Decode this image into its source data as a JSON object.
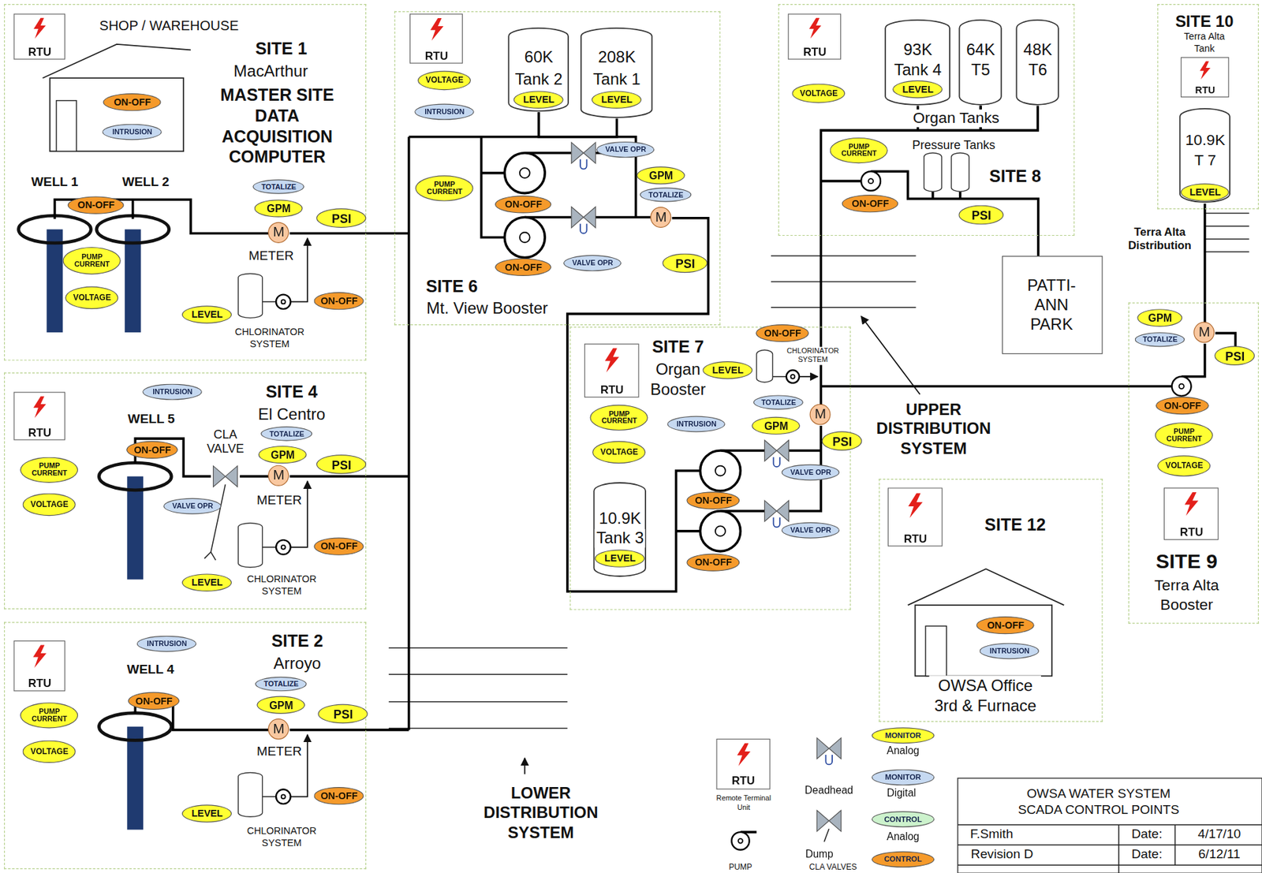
{
  "diagram": {
    "nodes": [
      {
        "text": [
          "SITE 1",
          "MacArthur",
          "MASTER SITE DATA ACQUISITION COMPUTER"
        ]
      },
      {
        "text": [
          "RTU"
        ],
        "in": 0
      },
      {
        "text": [
          "ON-OFF"
        ],
        "in": 0
      },
      {
        "text": [
          "INTRUSION"
        ],
        "in": 0
      },
      {
        "text": [
          "ON-OFF"
        ],
        "in": 0
      },
      {
        "text": [
          "PUMP CURRENT"
        ],
        "in": 0
      },
      {
        "text": [
          "VOLTAGE"
        ],
        "in": 0
      },
      {
        "text": [
          "TOTALIZE"
        ],
        "in": 0
      },
      {
        "text": [
          "GPM"
        ],
        "in": 0
      },
      {
        "text": [
          "PSI"
        ],
        "in": 0
      },
      {
        "text": [
          "M"
        ],
        "in": 0
      },
      {
        "text": [
          "LEVEL"
        ],
        "in": 0
      },
      {
        "text": [
          "ON-OFF"
        ],
        "in": 0
      },
      {
        "text": [
          "SITE 6",
          "Mt. View Booster"
        ]
      },
      {
        "text": [
          "RTU"
        ],
        "in": 13
      },
      {
        "text": [
          "VOLTAGE"
        ],
        "in": 13
      },
      {
        "text": [
          "INTRUSION"
        ],
        "in": 13
      },
      {
        "text": [
          "60K",
          "Tank 2"
        ],
        "in": 13
      },
      {
        "text": [
          "LEVEL"
        ],
        "in": 17
      },
      {
        "text": [
          "208K",
          "Tank 1"
        ],
        "in": 13
      },
      {
        "text": [
          "LEVEL"
        ],
        "in": 19
      },
      {
        "text": [
          "PUMP CURRENT"
        ],
        "in": 13
      },
      {
        "text": [
          "VALVE OPR"
        ],
        "in": 13
      },
      {
        "text": [
          "GPM"
        ],
        "in": 13
      },
      {
        "text": [
          "TOTALIZE"
        ],
        "in": 13
      },
      {
        "text": [
          "ON-OFF"
        ],
        "in": 13
      },
      {
        "text": [
          "M"
        ],
        "in": 13
      },
      {
        "text": [
          "PSI"
        ],
        "in": 13
      },
      {
        "text": [
          "VALVE OPR"
        ],
        "in": 13
      },
      {
        "text": [
          "ON-OFF"
        ],
        "in": 13
      },
      {
        "text": [
          "SITE 8"
        ]
      },
      {
        "text": [
          "RTU"
        ],
        "in": 30
      },
      {
        "text": [
          "93K",
          "Tank 4"
        ],
        "in": 30
      },
      {
        "text": [
          "LEVEL"
        ],
        "in": 32
      },
      {
        "text": [
          "64K",
          "T5"
        ],
        "in": 30
      },
      {
        "text": [
          "48K",
          "T6"
        ],
        "in": 30
      },
      {
        "text": [
          "VOLTAGE"
        ],
        "in": 30
      },
      {
        "text": [
          "PUMP CURRENT"
        ],
        "in": 30
      },
      {
        "text": [
          "ON-OFF"
        ],
        "in": 30
      },
      {
        "text": [
          "PSI"
        ],
        "in": 30
      },
      {
        "text": [
          "SITE 10",
          "Terra Alta Tank"
        ]
      },
      {
        "text": [
          "RTU"
        ],
        "in": 40
      },
      {
        "text": [
          "10.9K",
          "T 7"
        ],
        "in": 40
      },
      {
        "text": [
          "LEVEL"
        ],
        "in": 42
      },
      {
        "text": [
          "PATTI- ANN PARK"
        ]
      },
      {
        "text": [
          "SITE 9",
          "Terra Alta Booster"
        ]
      },
      {
        "text": [
          "GPM"
        ],
        "in": 45
      },
      {
        "text": [
          "M"
        ],
        "in": 45
      },
      {
        "text": [
          "TOTALIZE"
        ],
        "in": 45
      },
      {
        "text": [
          "PSI"
        ],
        "in": 45
      },
      {
        "text": [
          "ON-OFF"
        ],
        "in": 45
      },
      {
        "text": [
          "PUMP CURRENT"
        ],
        "in": 45
      },
      {
        "text": [
          "VOLTAGE"
        ],
        "in": 45
      },
      {
        "text": [
          "RTU"
        ],
        "in": 45
      },
      {
        "text": [
          "SITE 4",
          "El Centro"
        ]
      },
      {
        "text": [
          "RTU"
        ],
        "in": 54
      },
      {
        "text": [
          "INTRUSION"
        ],
        "in": 54
      },
      {
        "text": [
          "ON-OFF"
        ],
        "in": 54
      },
      {
        "text": [
          "TOTALIZE"
        ],
        "in": 54
      },
      {
        "text": [
          "PUMP CURRENT"
        ],
        "in": 54
      },
      {
        "text": [
          "GPM"
        ],
        "in": 54
      },
      {
        "text": [
          "M"
        ],
        "in": 54
      },
      {
        "text": [
          "PSI"
        ],
        "in": 54
      },
      {
        "text": [
          "VOLTAGE"
        ],
        "in": 54
      },
      {
        "text": [
          "VALVE OPR"
        ],
        "in": 54
      },
      {
        "text": [
          "ON-OFF"
        ],
        "in": 54
      },
      {
        "text": [
          "LEVEL"
        ],
        "in": 54
      },
      {
        "text": [
          "SITE 7",
          "Organ Booster"
        ]
      },
      {
        "text": [
          "RTU"
        ],
        "in": 67
      },
      {
        "text": [
          "ON-OFF"
        ],
        "in": 67
      },
      {
        "text": [
          "LEVEL"
        ],
        "in": 67
      },
      {
        "text": [
          "TOTALIZE"
        ],
        "in": 67
      },
      {
        "text": [
          "PUMP CURRENT"
        ],
        "in": 67
      },
      {
        "text": [
          "INTRUSION"
        ],
        "in": 67
      },
      {
        "text": [
          "GPM"
        ],
        "in": 67
      },
      {
        "text": [
          "M"
        ],
        "in": 67
      },
      {
        "text": [
          "PSI"
        ],
        "in": 67
      },
      {
        "text": [
          "VOLTAGE"
        ],
        "in": 67
      },
      {
        "text": [
          "VALVE OPR"
        ],
        "in": 67
      },
      {
        "text": [
          "10.9K",
          "Tank 3"
        ],
        "in": 67
      },
      {
        "text": [
          "LEVEL"
        ],
        "in": 79
      },
      {
        "text": [
          "ON-OFF"
        ],
        "in": 67
      },
      {
        "text": [
          "VALVE OPR"
        ],
        "in": 67
      },
      {
        "text": [
          "ON-OFF"
        ],
        "in": 67
      },
      {
        "text": [
          "SITE 2",
          "Arroyo"
        ]
      },
      {
        "text": [
          "RTU"
        ],
        "in": 84
      },
      {
        "text": [
          "INTRUSION"
        ],
        "in": 84
      },
      {
        "text": [
          "TOTALIZE"
        ],
        "in": 84
      },
      {
        "text": [
          "ON-OFF"
        ],
        "in": 84
      },
      {
        "text": [
          "GPM"
        ],
        "in": 84
      },
      {
        "text": [
          "PSI"
        ],
        "in": 84
      },
      {
        "text": [
          "PUMP CURRENT"
        ],
        "in": 84
      },
      {
        "text": [
          "M"
        ],
        "in": 84
      },
      {
        "text": [
          "VOLTAGE"
        ],
        "in": 84
      },
      {
        "text": [
          "ON-OFF"
        ],
        "in": 84
      },
      {
        "text": [
          "LEVEL"
        ],
        "in": 84
      },
      {
        "text": [
          "SITE 12",
          "OWSA Office 3rd & Furnace"
        ]
      },
      {
        "text": [
          "RTU"
        ],
        "in": 96
      },
      {
        "text": [
          "ON-OFF"
        ],
        "in": 96
      },
      {
        "text": [
          "INTRUSION"
        ],
        "in": 96
      },
      {
        "text": [
          "RTU"
        ]
      }
    ],
    "edges": [
      {
        "from": 17,
        "to": 19,
        "arrow": "none"
      },
      {
        "from": 32,
        "to": 34,
        "arrow": "none"
      },
      {
        "from": 34,
        "to": 35,
        "arrow": "none"
      }
    ],
    "labels": [
      "SHOP / WAREHOUSE",
      "WELL 1",
      "WELL 2",
      "METER",
      "CHLORINATOR SYSTEM",
      "WELL 5",
      "CLA VALVE",
      "METER",
      "CHLORINATOR SYSTEM",
      "WELL 4",
      "METER",
      "CHLORINATOR SYSTEM",
      "LOWER DISTRIBUTION SYSTEM",
      "Organ Tanks",
      "Pressure Tanks",
      "Terra Alta Distribution",
      "CHLORINATOR SYSTEM",
      "UPPER DISTRIBUTION SYSTEM",
      "Remote Terminal Unit",
      "Deadhead",
      "Analog",
      "Digital",
      "Analog",
      "Dump",
      "CLA VALVES",
      "PUMP",
      "OWSA WATER SYSTEM SCADA CONTROL POINTS",
      "F.Smith",
      "Date:",
      "4/17/10",
      "Revision D",
      "Date:",
      "6/12/11"
    ],
    "legend": [
      {
        "text": "MONITOR",
        "color": "#ffff33"
      },
      {
        "text": "MONITOR",
        "color": "#c6d9f1"
      },
      {
        "text": "CONTROL",
        "color": "#ccf2cc"
      },
      {
        "text": "CONTROL",
        "color": "#f59a2b"
      }
    ]
  }
}
